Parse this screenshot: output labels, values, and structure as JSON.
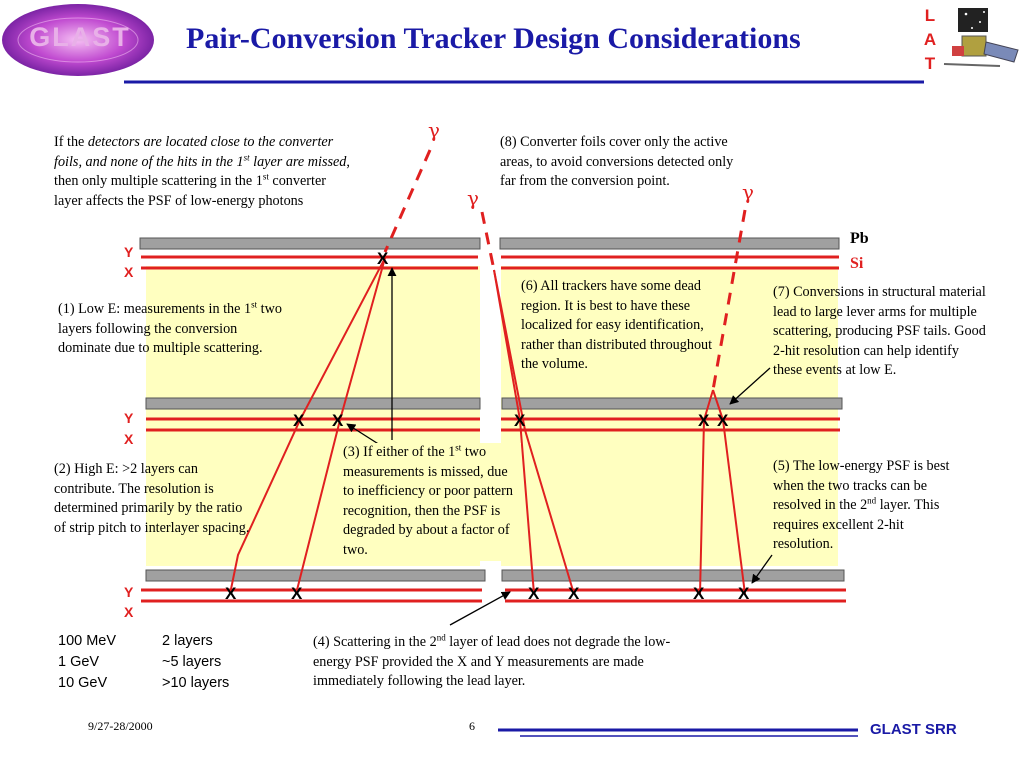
{
  "header": {
    "logo_text": "GLAST",
    "title": "Pair-Conversion Tracker Design Considerations",
    "lat_letters": [
      "L",
      "A",
      "T"
    ]
  },
  "labels": {
    "pb": "Pb",
    "si": "Si",
    "y": "Y",
    "x": "X",
    "gamma": "γ",
    "hit": "X"
  },
  "notes": {
    "intro": {
      "pre": "If the ",
      "italic": "detectors are located close to the converter foils, and none of the hits in the 1",
      "italic_sup": "st",
      "italic2": " layer are missed",
      "post": ", then only multiple scattering in the 1",
      "post_sup": "st",
      "post2": " converter layer affects the PSF of low-energy photons"
    },
    "n1": {
      "a": "(1) Low E:  measurements in the 1",
      "sup": "st",
      "b": " two layers following the conversion dominate due to multiple scattering."
    },
    "n2": "(2) High E: >2 layers can contribute. The resolution is determined primarily by the ratio of strip pitch to interlayer spacing.",
    "n3": {
      "a": "(3) If either of the 1",
      "sup": "st",
      "b": " two measurements is missed, due to inefficiency or poor pattern recognition, then the PSF is degraded by about a factor of two."
    },
    "n4": {
      "a": "(4) Scattering in the 2",
      "sup": "nd",
      "b": " layer of lead does not degrade the low-energy PSF provided the X and Y measurements are made immediately following the lead layer."
    },
    "n5": {
      "a": "(5) The low-energy PSF is best when the two tracks can be resolved in the 2",
      "sup": "nd",
      "b": " layer.  This requires excellent 2-hit resolution."
    },
    "n6": "(6) All trackers have some dead region. It is best to have these localized for easy identification, rather than distributed throughout the volume.",
    "n7": "(7) Conversions in structural material lead to large lever arms for multiple scattering, producing PSF tails.  Good 2-hit resolution can help identify these events at low E.",
    "n8": "(8) Converter foils cover only the active areas, to avoid conversions detected only far from the conversion point."
  },
  "energy_table": [
    {
      "energy": "100 MeV",
      "layers": "2 layers"
    },
    {
      "energy": "1 GeV",
      "layers": "~5 layers"
    },
    {
      "energy": "10 GeV",
      "layers": ">10 layers"
    }
  ],
  "footer": {
    "date": "9/27-28/2000",
    "page": "6",
    "org": "GLAST SRR"
  },
  "colors": {
    "title": "#1a1aa6",
    "accent_red": "#e02020",
    "yellow_fill": "#ffffc0",
    "foil_gray": "#a0a0a0"
  }
}
